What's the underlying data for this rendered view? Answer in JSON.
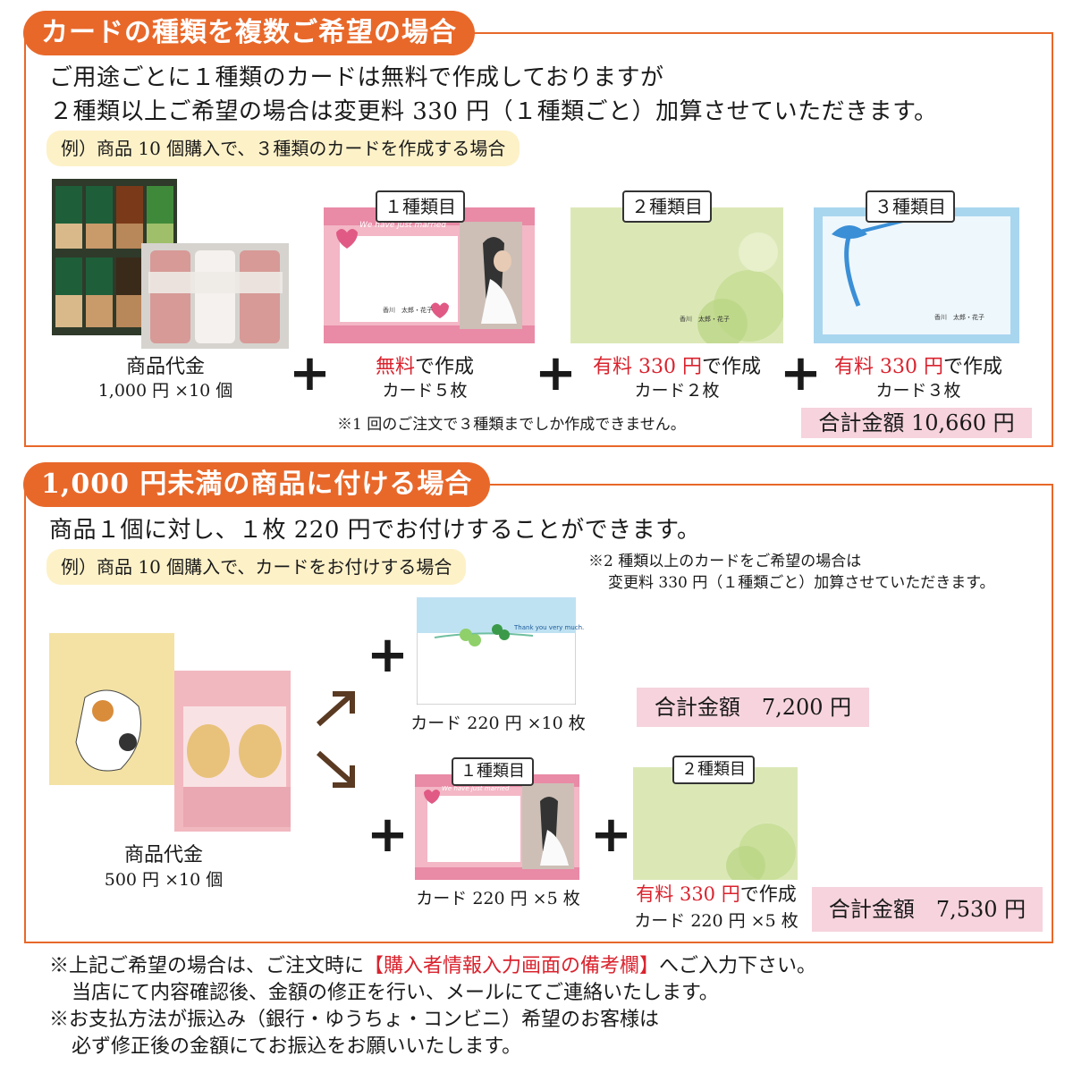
{
  "section1": {
    "tab": "カードの種類を複数ご希望の場合",
    "line1": "ご用途ごとに１種類のカードは無料で作成しておりますが",
    "line2": "２種類以上ご希望の場合は変更料 330 円（１種類ごと）加算させていただきます。",
    "example": "例）商品 10 個購入で、３種類のカードを作成する場合",
    "product_label": "商品代金",
    "product_price": "1,000 円 ×10 個",
    "cards": [
      {
        "label": "１種類目",
        "price_red": "無料",
        "price_rest": "で作成",
        "count": "カード５枚"
      },
      {
        "label": "２種類目",
        "price_red": "有料 330 円",
        "price_rest": "で作成",
        "count": "カード２枚"
      },
      {
        "label": "３種類目",
        "price_red": "有料 330 円",
        "price_rest": "で作成",
        "count": "カード３枚"
      }
    ],
    "note": "※1 回のご注文で３種類までしか作成できません。",
    "total": "合計金額 10,660 円"
  },
  "section2": {
    "tab": "1,000 円未満の商品に付ける場合",
    "line1": "商品１個に対し、１枚 220 円でお付けすることができます。",
    "example": "例）商品 10 個購入で、カードをお付けする場合",
    "note_line1": "※2 種類以上のカードをご希望の場合は",
    "note_line2": "変更料 330 円（１種類ごと）加算させていただきます。",
    "product_label": "商品代金",
    "product_price": "500 円 ×10 個",
    "option1_caption": "カード 220 円 ×10 枚",
    "option1_total": "合計金額　7,200 円",
    "option2_card1_label": "１種類目",
    "option2_card1_caption": "カード 220 円 ×5 枚",
    "option2_card2_label": "２種類目",
    "option2_card2_price_red": "有料 330 円",
    "option2_card2_price_rest": "で作成",
    "option2_card2_caption": "カード 220 円 ×5 枚",
    "option2_total": "合計金額　7,530 円"
  },
  "card_texts": {
    "we_have": "We have just married",
    "thank_you": "Thank you very much.",
    "signature_wedding": "香川　太郎・花子"
  },
  "footer": {
    "line1_a": "※上記ご希望の場合は、ご注文時に",
    "line1_red": "【購入者情報入力画面の備考欄】",
    "line1_b": "へご入力下さい。",
    "line2": "当店にて内容確認後、金額の修正を行い、メールにてご連絡いたします。",
    "line3": "※お支払方法が振込み（銀行・ゆうちょ・コンビニ）希望のお客様は",
    "line4": "必ず修正後の金額にてお振込をお願いいたします。"
  },
  "colors": {
    "accent": "#e8682a",
    "red": "#d9232e",
    "example_bg": "#fdf1c8",
    "total_bg": "#f6d3dd"
  }
}
